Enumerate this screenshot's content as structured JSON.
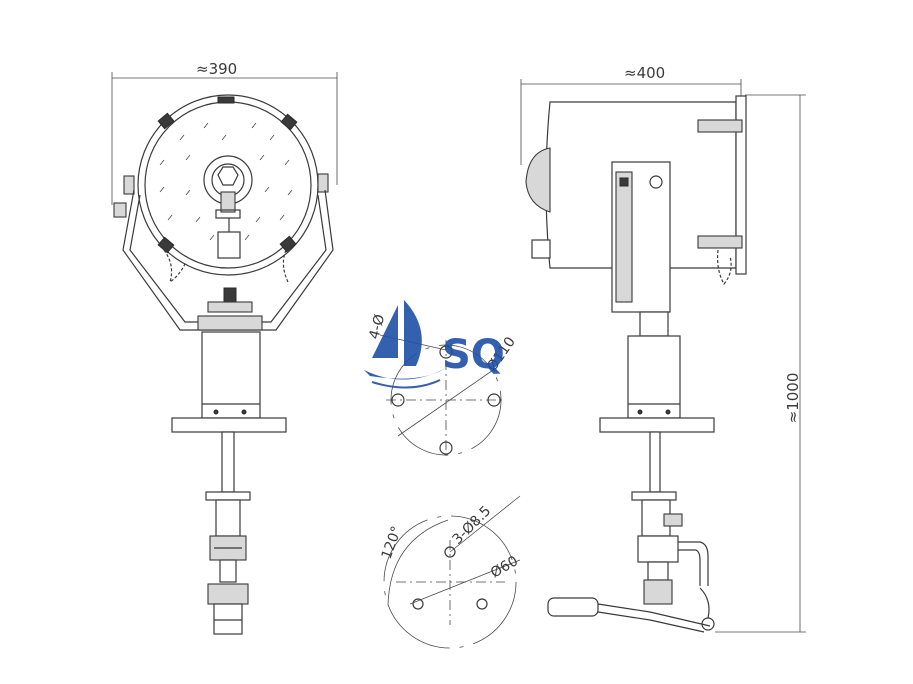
{
  "dimensions": {
    "front_width": "≈390",
    "side_width": "≈400",
    "total_height": "≈1000"
  },
  "flange_mount": {
    "holes": "4-Ø",
    "pcd": "Ø110"
  },
  "base_mount": {
    "holes": "3-Ø8.5",
    "pcd": "Ø60",
    "angle": "120°"
  },
  "logo": {
    "text": "SQ",
    "color": "#1f4fa8"
  }
}
